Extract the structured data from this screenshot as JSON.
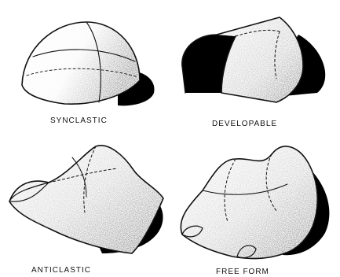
{
  "panels": [
    {
      "label": "SYNCLASTIC"
    },
    {
      "label": "DEVELOPABLE"
    },
    {
      "label": "ANTICLASTIC"
    },
    {
      "label": "FREE FORM"
    }
  ],
  "colors": {
    "ink": "#111111",
    "shadow": "#000000",
    "paper": "#ffffff"
  }
}
